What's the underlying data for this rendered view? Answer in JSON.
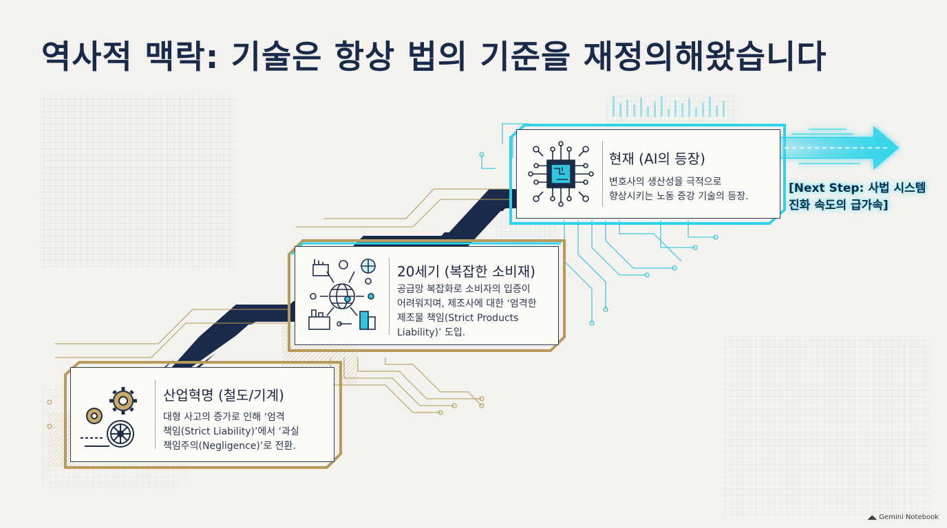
{
  "title": "역사적 맥락: 기술은 항상 법의 기준을 재정의해왔습니다",
  "stages": [
    {
      "title": "산업혁명 (철도/기계)",
      "body": "대형 사고의 증가로 인해 ‘엄격\n책임(Strict Liability)’에서 ‘과실\n책임주의(Negligence)’로 전환.",
      "icon": "gears-icon"
    },
    {
      "title": "20세기 (복잡한 소비재)",
      "body": "공급망 복잡화로 소비자의 입증이\n어려워지며, 제조사에 대한 ‘엄격한\n제조물 책임(Strict Products\nLiability)’ 도입.",
      "icon": "supply-chain-globe-icon"
    },
    {
      "title": "현재 (AI의 등장)",
      "body": "변호사의 생산성을 극적으로\n향상시키는 노동 증강 기술의 등장.",
      "icon": "ai-chip-icon"
    }
  ],
  "next_step": "[Next Step: 사법 시스템\n진화 속도의 급가속]",
  "brand": "Gemini Notebook",
  "colors": {
    "navy": "#1a2a4a",
    "gold": "#b79a5c",
    "cyan": "#2fd3ea",
    "background": "#f3f2ee"
  }
}
